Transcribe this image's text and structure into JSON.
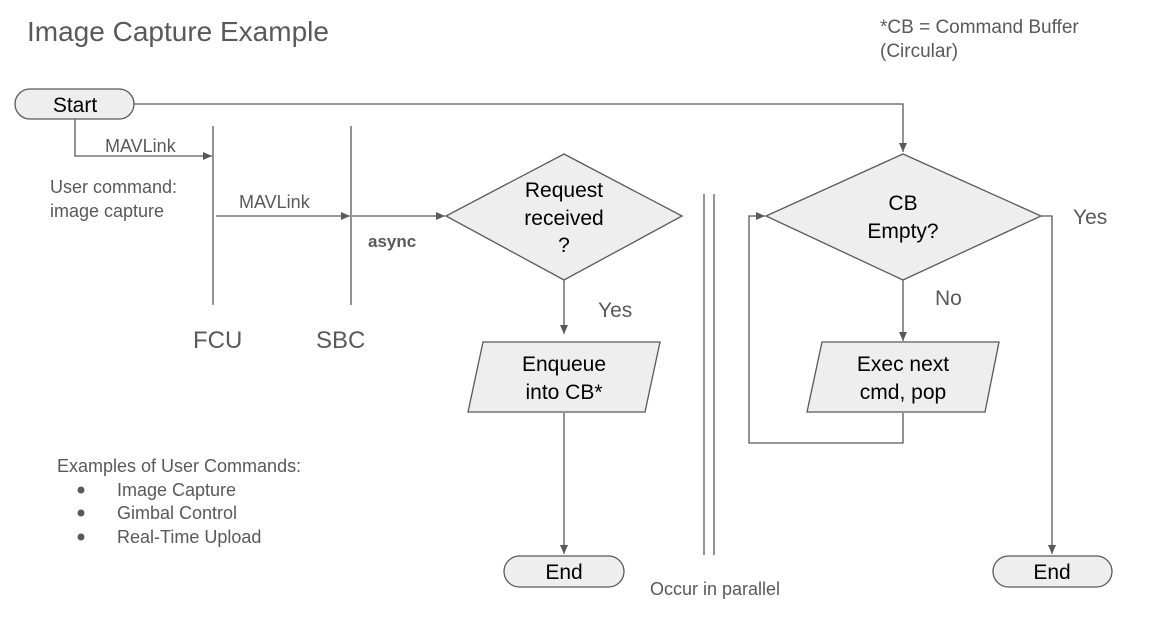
{
  "title": "Image Capture Example",
  "note": {
    "line1": "*CB = Command Buffer",
    "line2": "(Circular)"
  },
  "nodes": {
    "start": "Start",
    "request": [
      "Request",
      "received",
      "?"
    ],
    "enqueue": [
      "Enqueue",
      "into CB*"
    ],
    "end_left": "End",
    "cb_empty": [
      "CB",
      "Empty?"
    ],
    "exec": [
      "Exec next",
      "cmd, pop"
    ],
    "end_right": "End"
  },
  "labels": {
    "mavlink_1": "MAVLink",
    "mavlink_2": "MAVLink",
    "user_command": [
      "User command:",
      "image capture"
    ],
    "async": "async",
    "fcu": "FCU",
    "sbc": "SBC",
    "yes_request": "Yes",
    "no_cb": "No",
    "yes_cb": "Yes",
    "parallel": "Occur in parallel"
  },
  "examples": {
    "heading": "Examples of User Commands:",
    "items": [
      "Image Capture",
      "Gimbal Control",
      "Real-Time Upload"
    ]
  }
}
